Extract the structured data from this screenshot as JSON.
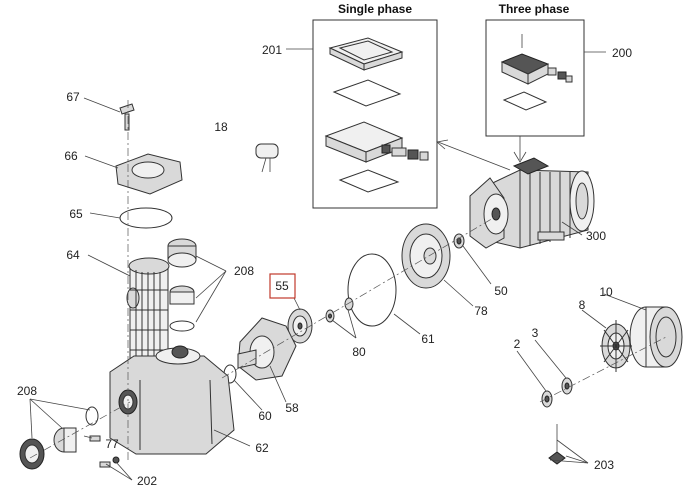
{
  "headers": {
    "single_phase": "Single phase",
    "three_phase": "Three phase"
  },
  "highlight_color": "#c0392b",
  "labels": {
    "l201": "201",
    "l200": "200",
    "l67": "67",
    "l18": "18",
    "l66": "66",
    "l65": "65",
    "l64": "64",
    "l208a": "208",
    "l55": "55",
    "l300": "300",
    "l50": "50",
    "l78": "78",
    "l61": "61",
    "l80": "80",
    "l10": "10",
    "l8": "8",
    "l3": "3",
    "l2": "2",
    "l208b": "208",
    "l77": "77",
    "l60": "60",
    "l58": "58",
    "l62": "62",
    "l202": "202",
    "l203": "203"
  }
}
